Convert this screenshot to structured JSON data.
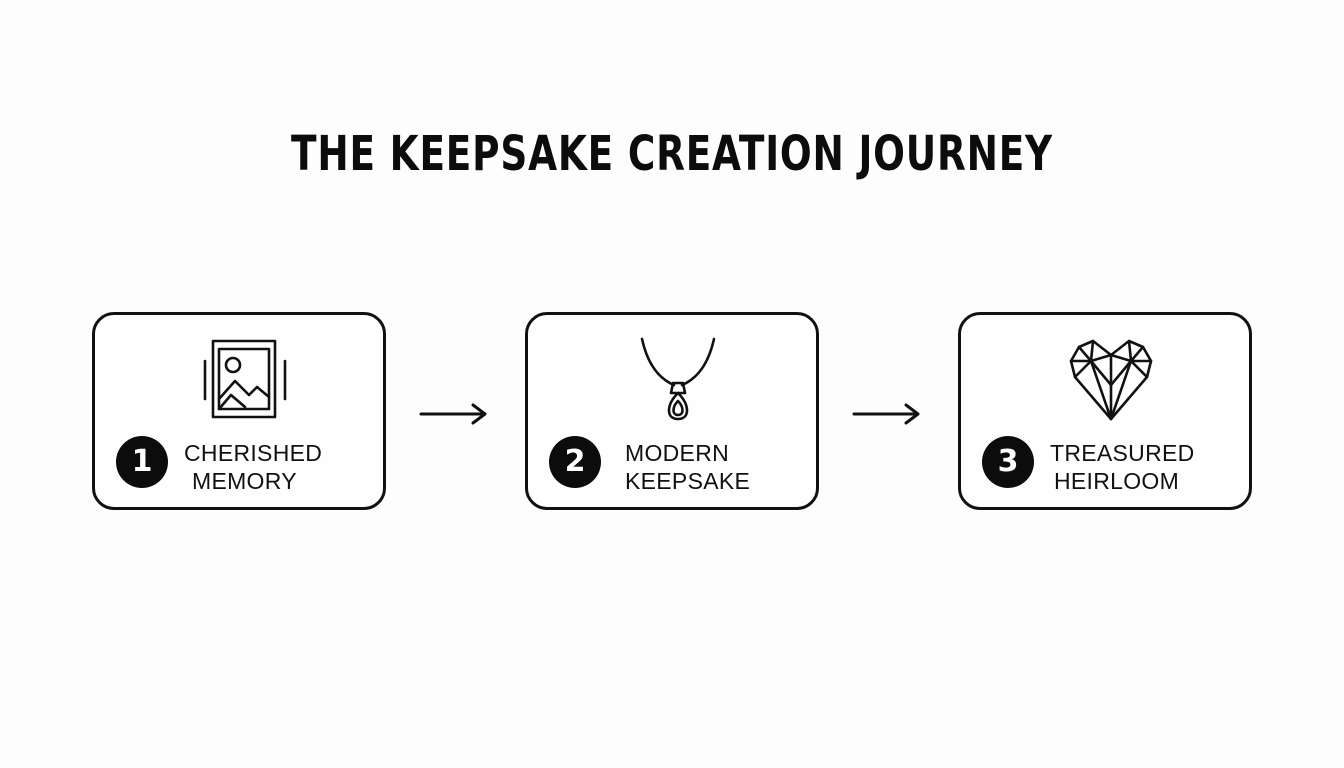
{
  "title": "THE KEEPSAKE CREATION JOURNEY",
  "steps": [
    {
      "number": "1",
      "line1": "CHERISHED",
      "line2": "MEMORY",
      "icon": "photo-frame-icon"
    },
    {
      "number": "2",
      "line1": "MODERN",
      "line2": "KEEPSAKE",
      "icon": "pendant-necklace-icon"
    },
    {
      "number": "3",
      "line1": "TREASURED",
      "line2": "HEIRLOOM",
      "icon": "heart-diamond-icon"
    }
  ],
  "connectors": [
    "arrow-right-icon",
    "arrow-right-icon"
  ],
  "colors": {
    "ink": "#111111",
    "background": "#fdfdfd",
    "badge_text": "#ffffff"
  }
}
